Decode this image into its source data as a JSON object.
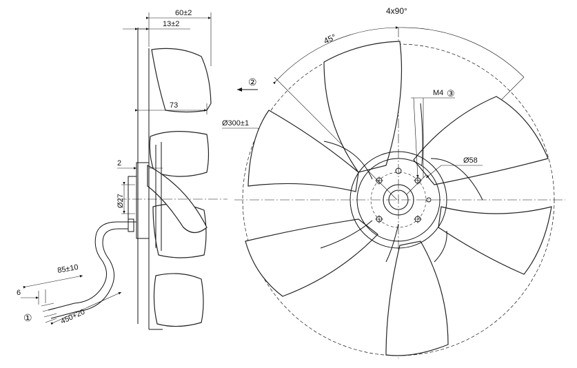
{
  "side_view": {
    "dim_width": "60±2",
    "dim_hub_offset": "13±2",
    "dim_depth": "73",
    "dim_gap": "2",
    "dim_shaft": "Ø27"
  },
  "cable": {
    "marker": "①",
    "dim_strip": "6",
    "dim_wire": "85±10",
    "dim_length": "450+20"
  },
  "front_view": {
    "angle_spacing": "4x90°",
    "angle_offset": "45°",
    "direction_marker": "②",
    "dim_diameter": "Ø300±1",
    "thread_label": "M4",
    "thread_marker": "③",
    "dim_hub": "Ø58"
  }
}
